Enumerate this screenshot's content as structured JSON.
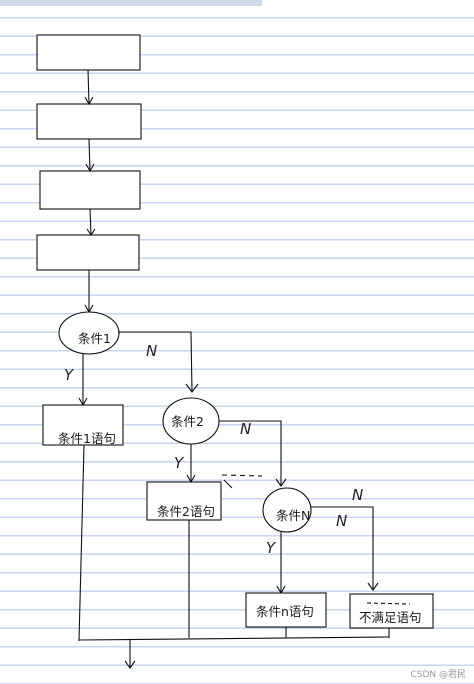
{
  "diagram": {
    "conditions": [
      "条件1",
      "条件2",
      "条件N"
    ],
    "statements": [
      "条件1语句",
      "条件2语句",
      "条件n语句",
      "不满足语句"
    ],
    "branch_yes": "Y",
    "branch_no": "N"
  },
  "watermark": "CSDN @君民",
  "colors": {
    "line": "#111111",
    "ruled": "#c8d4f2"
  }
}
